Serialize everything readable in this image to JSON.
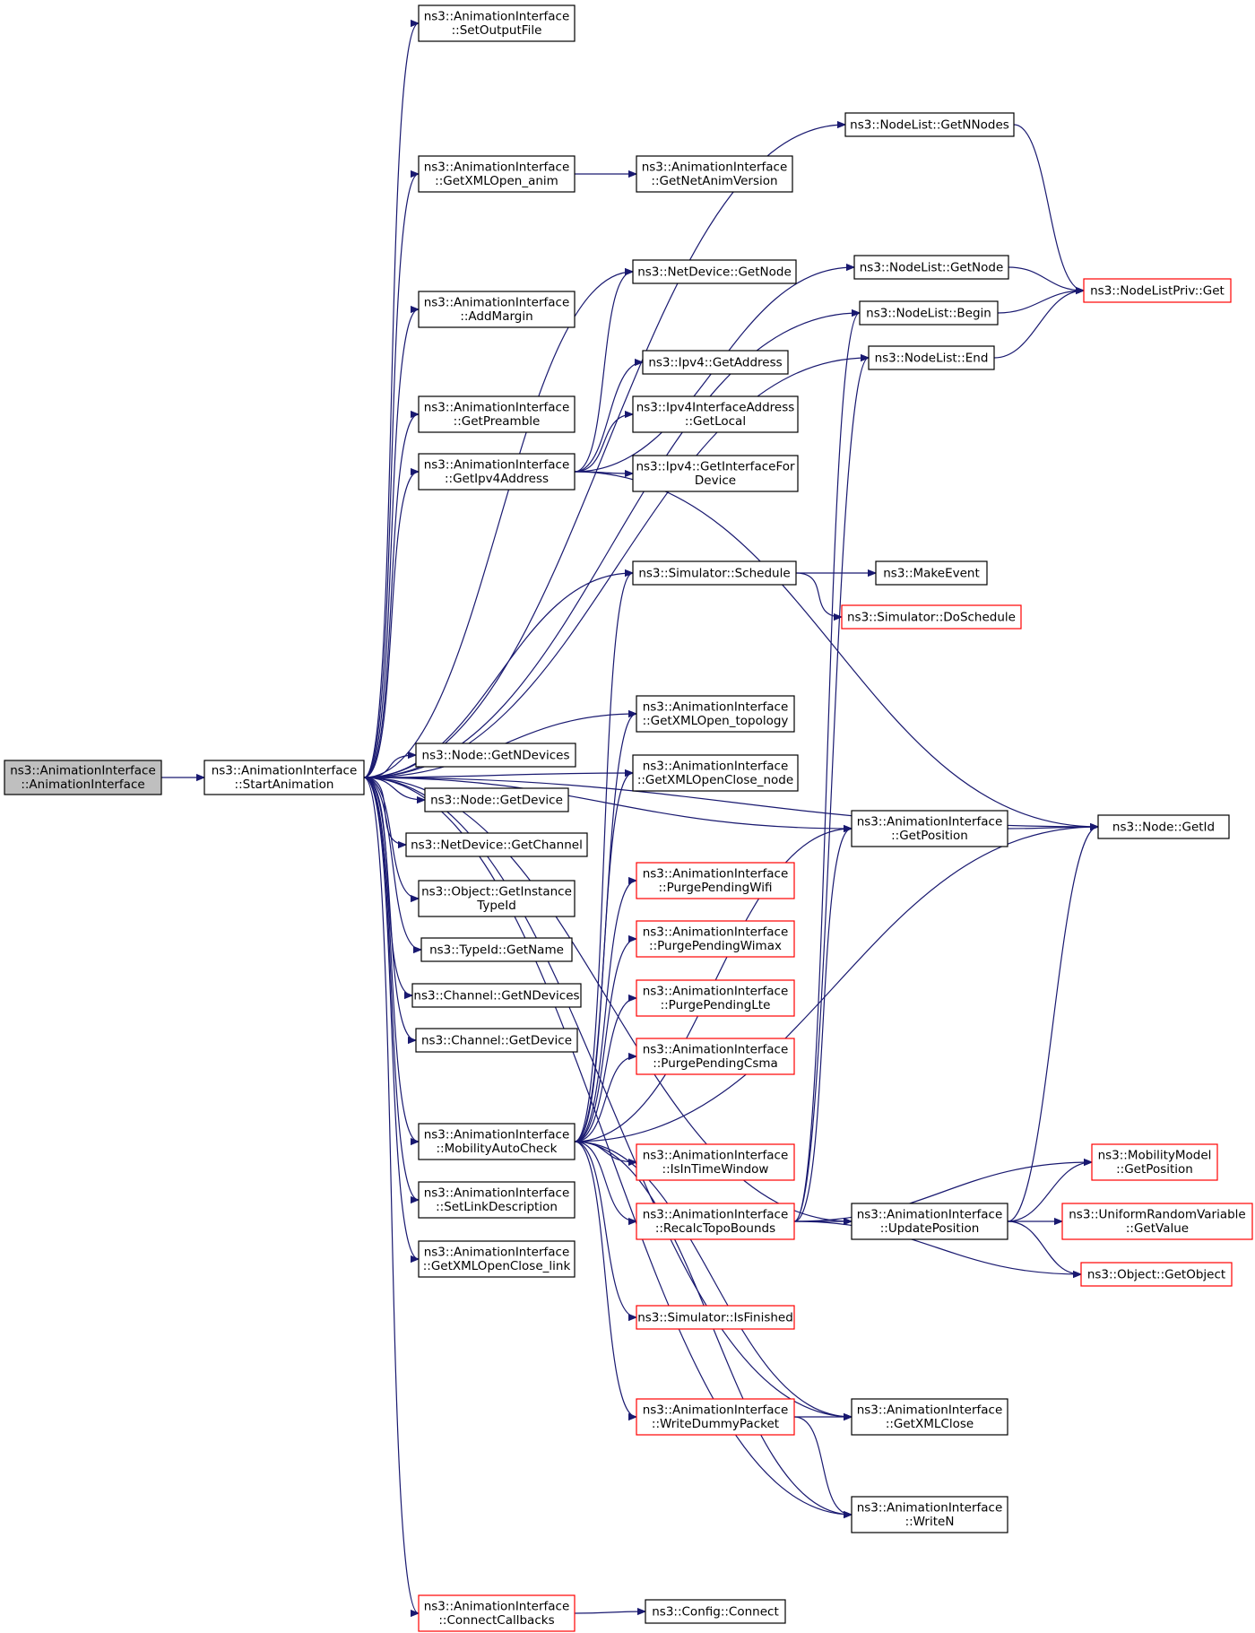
{
  "nodes": [
    {
      "id": "root",
      "lines": [
        "ns3::AnimationInterface",
        "::AnimationInterface"
      ],
      "style": "root"
    },
    {
      "id": "start",
      "lines": [
        "ns3::AnimationInterface",
        "::StartAnimation"
      ]
    },
    {
      "id": "setout",
      "lines": [
        "ns3::AnimationInterface",
        "::SetOutputFile"
      ]
    },
    {
      "id": "getxmlanim",
      "lines": [
        "ns3::AnimationInterface",
        "::GetXMLOpen_anim"
      ]
    },
    {
      "id": "netanimver",
      "lines": [
        "ns3::AnimationInterface",
        "::GetNetAnimVersion"
      ]
    },
    {
      "id": "addmargin",
      "lines": [
        "ns3::AnimationInterface",
        "::AddMargin"
      ]
    },
    {
      "id": "preamble",
      "lines": [
        "ns3::AnimationInterface",
        "::GetPreamble"
      ]
    },
    {
      "id": "getipv4",
      "lines": [
        "ns3::AnimationInterface",
        "::GetIpv4Address"
      ]
    },
    {
      "id": "netdevgetnode",
      "lines": [
        "ns3::NetDevice::GetNode"
      ]
    },
    {
      "id": "ipv4getaddr",
      "lines": [
        "ns3::Ipv4::GetAddress"
      ]
    },
    {
      "id": "ipv4local",
      "lines": [
        "ns3::Ipv4InterfaceAddress",
        "::GetLocal"
      ]
    },
    {
      "id": "ipv4ifdev",
      "lines": [
        "ns3::Ipv4::GetInterfaceFor",
        "Device"
      ]
    },
    {
      "id": "getnnodes",
      "lines": [
        "ns3::NodeList::GetNNodes"
      ]
    },
    {
      "id": "nlgetnode",
      "lines": [
        "ns3::NodeList::GetNode"
      ]
    },
    {
      "id": "nlbegin",
      "lines": [
        "ns3::NodeList::Begin"
      ]
    },
    {
      "id": "nlend",
      "lines": [
        "ns3::NodeList::End"
      ]
    },
    {
      "id": "nlprivget",
      "lines": [
        "ns3::NodeListPriv::Get"
      ],
      "style": "red"
    },
    {
      "id": "simsched",
      "lines": [
        "ns3::Simulator::Schedule"
      ]
    },
    {
      "id": "makeevent",
      "lines": [
        "ns3::MakeEvent"
      ]
    },
    {
      "id": "dosched",
      "lines": [
        "ns3::Simulator::DoSchedule"
      ],
      "style": "red"
    },
    {
      "id": "xmltopo",
      "lines": [
        "ns3::AnimationInterface",
        "::GetXMLOpen_topology"
      ]
    },
    {
      "id": "nodegetndev",
      "lines": [
        "ns3::Node::GetNDevices"
      ]
    },
    {
      "id": "xmlclosenode",
      "lines": [
        "ns3::AnimationInterface",
        "::GetXMLOpenClose_node"
      ]
    },
    {
      "id": "nodegetdev",
      "lines": [
        "ns3::Node::GetDevice"
      ]
    },
    {
      "id": "getposition",
      "lines": [
        "ns3::AnimationInterface",
        "::GetPosition"
      ]
    },
    {
      "id": "nodegetid",
      "lines": [
        "ns3::Node::GetId"
      ]
    },
    {
      "id": "netdevchannel",
      "lines": [
        "ns3::NetDevice::GetChannel"
      ]
    },
    {
      "id": "purgewifi",
      "lines": [
        "ns3::AnimationInterface",
        "::PurgePendingWifi"
      ],
      "style": "red"
    },
    {
      "id": "objtypeid",
      "lines": [
        "ns3::Object::GetInstance",
        "TypeId"
      ]
    },
    {
      "id": "purgewimax",
      "lines": [
        "ns3::AnimationInterface",
        "::PurgePendingWimax"
      ],
      "style": "red"
    },
    {
      "id": "typeidname",
      "lines": [
        "ns3::TypeId::GetName"
      ]
    },
    {
      "id": "purgelte",
      "lines": [
        "ns3::AnimationInterface",
        "::PurgePendingLte"
      ],
      "style": "red"
    },
    {
      "id": "chgetndev",
      "lines": [
        "ns3::Channel::GetNDevices"
      ]
    },
    {
      "id": "chgetdev",
      "lines": [
        "ns3::Channel::GetDevice"
      ]
    },
    {
      "id": "purgecsma",
      "lines": [
        "ns3::AnimationInterface",
        "::PurgePendingCsma"
      ],
      "style": "red"
    },
    {
      "id": "mobauto",
      "lines": [
        "ns3::AnimationInterface",
        "::MobilityAutoCheck"
      ]
    },
    {
      "id": "intimewin",
      "lines": [
        "ns3::AnimationInterface",
        "::IsInTimeWindow"
      ],
      "style": "red"
    },
    {
      "id": "mobgetpos",
      "lines": [
        "ns3::MobilityModel",
        "::GetPosition"
      ],
      "style": "red"
    },
    {
      "id": "setlinkdesc",
      "lines": [
        "ns3::AnimationInterface",
        "::SetLinkDescription"
      ]
    },
    {
      "id": "recalc",
      "lines": [
        "ns3::AnimationInterface",
        "::RecalcTopoBounds"
      ],
      "style": "red"
    },
    {
      "id": "updatepos",
      "lines": [
        "ns3::AnimationInterface",
        "::UpdatePosition"
      ]
    },
    {
      "id": "urvgetvalue",
      "lines": [
        "ns3::UniformRandomVariable",
        "::GetValue"
      ],
      "style": "red"
    },
    {
      "id": "xmlcloselink",
      "lines": [
        "ns3::AnimationInterface",
        "::GetXMLOpenClose_link"
      ]
    },
    {
      "id": "objgetobj",
      "lines": [
        "ns3::Object::GetObject"
      ],
      "style": "red"
    },
    {
      "id": "simfinished",
      "lines": [
        "ns3::Simulator::IsFinished"
      ],
      "style": "red"
    },
    {
      "id": "writedummy",
      "lines": [
        "ns3::AnimationInterface",
        "::WriteDummyPacket"
      ],
      "style": "red"
    },
    {
      "id": "getxmlclose",
      "lines": [
        "ns3::AnimationInterface",
        "::GetXMLClose"
      ]
    },
    {
      "id": "writen",
      "lines": [
        "ns3::AnimationInterface",
        "::WriteN"
      ]
    },
    {
      "id": "connectcb",
      "lines": [
        "ns3::AnimationInterface",
        "::ConnectCallbacks"
      ],
      "style": "red"
    },
    {
      "id": "configconnect",
      "lines": [
        "ns3::Config::Connect"
      ]
    }
  ],
  "edges": [
    [
      "root",
      "start"
    ],
    [
      "start",
      "setout"
    ],
    [
      "start",
      "getnnodes"
    ],
    [
      "start",
      "getxmlanim"
    ],
    [
      "start",
      "nlbegin"
    ],
    [
      "start",
      "nlend"
    ],
    [
      "start",
      "addmargin"
    ],
    [
      "start",
      "netdevgetnode"
    ],
    [
      "start",
      "preamble"
    ],
    [
      "start",
      "getipv4"
    ],
    [
      "start",
      "simsched"
    ],
    [
      "start",
      "nodegetid"
    ],
    [
      "start",
      "getposition"
    ],
    [
      "start",
      "xmltopo"
    ],
    [
      "start",
      "nodegetndev"
    ],
    [
      "start",
      "nodegetdev"
    ],
    [
      "start",
      "netdevchannel"
    ],
    [
      "start",
      "objtypeid"
    ],
    [
      "start",
      "typeidname"
    ],
    [
      "start",
      "chgetndev"
    ],
    [
      "start",
      "chgetdev"
    ],
    [
      "start",
      "xmlclosenode"
    ],
    [
      "start",
      "mobauto"
    ],
    [
      "start",
      "setlinkdesc"
    ],
    [
      "start",
      "xmlcloselink"
    ],
    [
      "start",
      "updatepos"
    ],
    [
      "start",
      "getxmlclose"
    ],
    [
      "start",
      "writen"
    ],
    [
      "start",
      "connectcb"
    ],
    [
      "getxmlanim",
      "netanimver"
    ],
    [
      "getipv4",
      "netdevgetnode"
    ],
    [
      "getipv4",
      "nlgetnode"
    ],
    [
      "getipv4",
      "ipv4getaddr"
    ],
    [
      "getipv4",
      "ipv4local"
    ],
    [
      "getipv4",
      "ipv4ifdev"
    ],
    [
      "getipv4",
      "nodegetid"
    ],
    [
      "getnnodes",
      "nlprivget"
    ],
    [
      "nlgetnode",
      "nlprivget"
    ],
    [
      "nlbegin",
      "nlprivget"
    ],
    [
      "nlend",
      "nlprivget"
    ],
    [
      "simsched",
      "makeevent"
    ],
    [
      "simsched",
      "dosched"
    ],
    [
      "getposition",
      "nodegetid"
    ],
    [
      "mobauto",
      "simsched"
    ],
    [
      "mobauto",
      "xmltopo"
    ],
    [
      "mobauto",
      "xmlclosenode"
    ],
    [
      "mobauto",
      "getposition"
    ],
    [
      "mobauto",
      "purgewifi"
    ],
    [
      "mobauto",
      "purgewimax"
    ],
    [
      "mobauto",
      "purgelte"
    ],
    [
      "mobauto",
      "purgecsma"
    ],
    [
      "mobauto",
      "nodegetid"
    ],
    [
      "mobauto",
      "intimewin"
    ],
    [
      "mobauto",
      "recalc"
    ],
    [
      "mobauto",
      "simfinished"
    ],
    [
      "mobauto",
      "writedummy"
    ],
    [
      "mobauto",
      "getxmlclose"
    ],
    [
      "mobauto",
      "writen"
    ],
    [
      "recalc",
      "nlbegin"
    ],
    [
      "recalc",
      "nlend"
    ],
    [
      "recalc",
      "getposition"
    ],
    [
      "recalc",
      "mobgetpos"
    ],
    [
      "recalc",
      "updatepos"
    ],
    [
      "recalc",
      "objgetobj"
    ],
    [
      "updatepos",
      "nodegetid"
    ],
    [
      "updatepos",
      "mobgetpos"
    ],
    [
      "updatepos",
      "urvgetvalue"
    ],
    [
      "updatepos",
      "objgetobj"
    ],
    [
      "writedummy",
      "getxmlclose"
    ],
    [
      "writedummy",
      "writen"
    ],
    [
      "connectcb",
      "configconnect"
    ]
  ]
}
